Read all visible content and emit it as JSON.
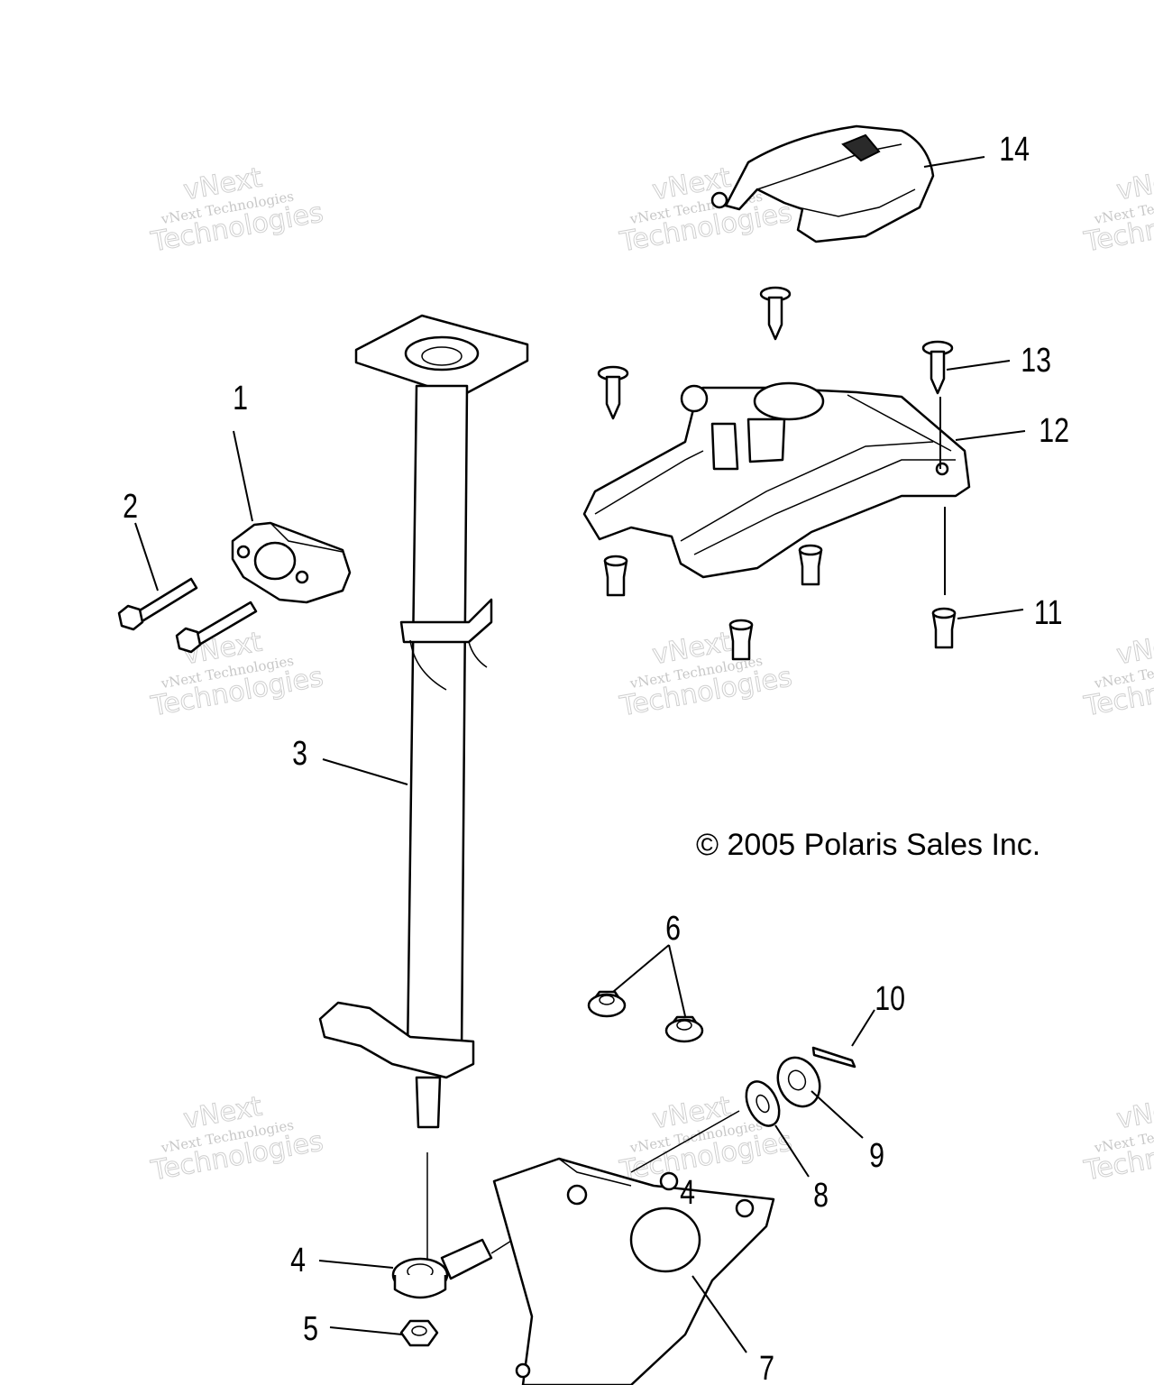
{
  "diagram": {
    "copyright": "© 2005 Polaris Sales Inc.",
    "watermark": {
      "line1": "vNext Technologies",
      "line2": "Technologies",
      "line3": "vNext"
    },
    "callouts": [
      {
        "id": "1",
        "label": "1"
      },
      {
        "id": "2",
        "label": "2"
      },
      {
        "id": "3",
        "label": "3"
      },
      {
        "id": "4a",
        "label": "4"
      },
      {
        "id": "4b",
        "label": "4"
      },
      {
        "id": "5",
        "label": "5"
      },
      {
        "id": "6",
        "label": "6"
      },
      {
        "id": "7",
        "label": "7"
      },
      {
        "id": "8",
        "label": "8"
      },
      {
        "id": "9",
        "label": "9"
      },
      {
        "id": "10",
        "label": "10"
      },
      {
        "id": "11",
        "label": "11"
      },
      {
        "id": "12",
        "label": "12"
      },
      {
        "id": "13",
        "label": "13"
      },
      {
        "id": "14",
        "label": "14"
      }
    ]
  }
}
